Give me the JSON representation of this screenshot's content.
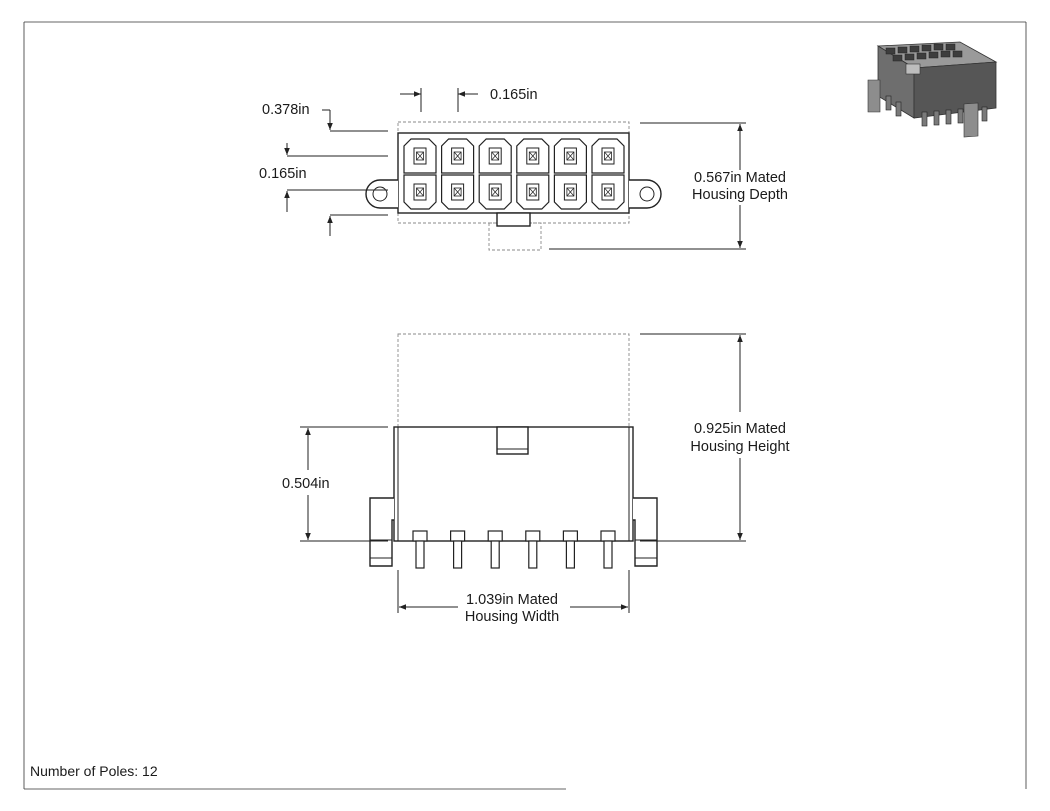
{
  "drawing": {
    "top_view": {
      "pitch_dim": "0.165in",
      "row_offset_dim": "0.378in",
      "row_pitch_dim": "0.165in",
      "depth_line1": "0.567in Mated",
      "depth_line2": "Housing Depth",
      "poles_per_row": 6,
      "rows": 2
    },
    "front_view": {
      "board_height_dim": "0.504in",
      "height_line1": "0.925in Mated",
      "height_line2": "Housing Height",
      "width_line1": "1.039in Mated",
      "width_line2": "Housing Width",
      "pins": 6
    },
    "footer": {
      "poles_label": "Number of Poles: 12"
    }
  },
  "colors": {
    "line": "#222222",
    "hidden_line": "#8a8a8a",
    "thumbnail_body": "#5a5a5a"
  },
  "icons": [
    "connector-3d-icon"
  ]
}
